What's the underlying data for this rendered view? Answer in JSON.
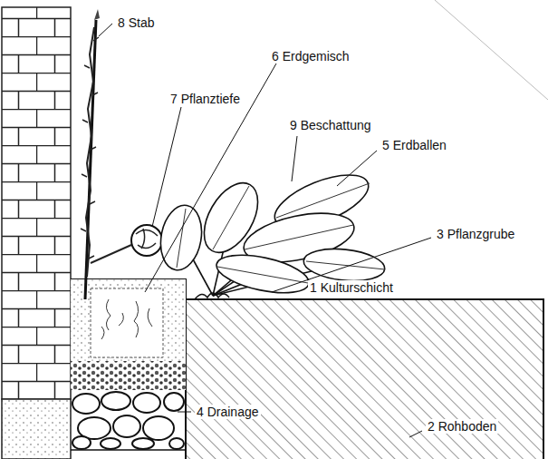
{
  "diagram": {
    "labels": [
      "8 Stab",
      "7 Pflanztiefe",
      "6 Erdgemisch",
      "9 Beschattung",
      "5 Erdballen",
      "3 Pflanzgrube",
      "1 Kulturschicht",
      "4 Drainage",
      "2 Rohboden"
    ]
  }
}
